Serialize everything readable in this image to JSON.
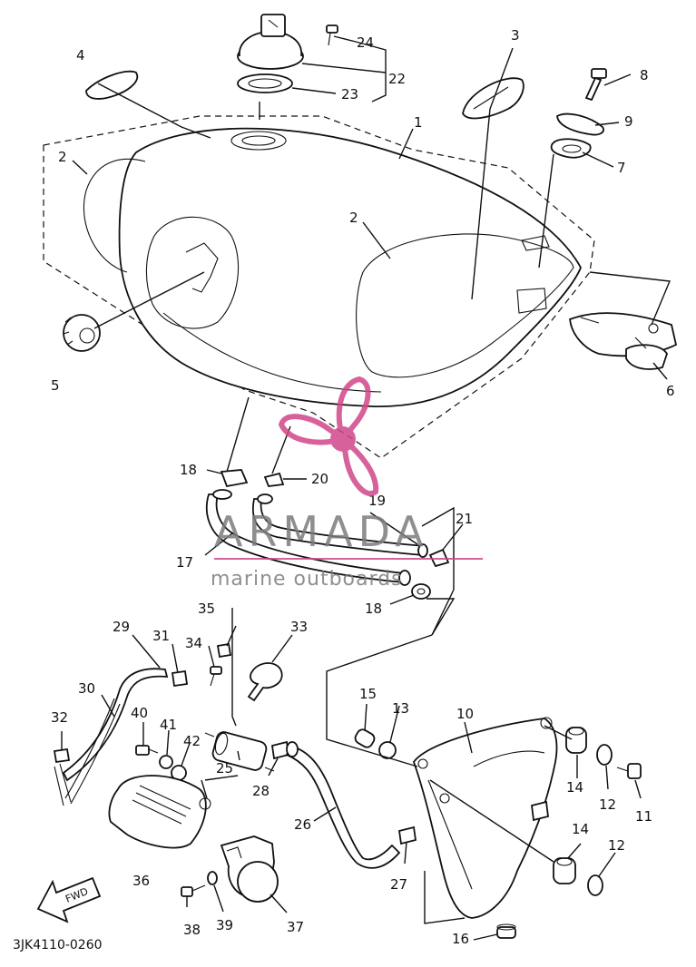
{
  "diagram": {
    "code": "3JK4110-0260",
    "fwd_label": "FWD",
    "callouts": [
      "1",
      "2",
      "2",
      "3",
      "4",
      "5",
      "6",
      "7",
      "8",
      "9",
      "10",
      "11",
      "12",
      "12",
      "13",
      "14",
      "14",
      "15",
      "16",
      "17",
      "18",
      "18",
      "19",
      "20",
      "21",
      "22",
      "23",
      "24",
      "25",
      "26",
      "27",
      "28",
      "29",
      "30",
      "31",
      "32",
      "33",
      "34",
      "35",
      "36",
      "37",
      "38",
      "39",
      "40",
      "41",
      "42"
    ]
  },
  "watermark": {
    "brand": "ARMADA",
    "tagline": "marine outboards",
    "color": "#d1478a"
  }
}
